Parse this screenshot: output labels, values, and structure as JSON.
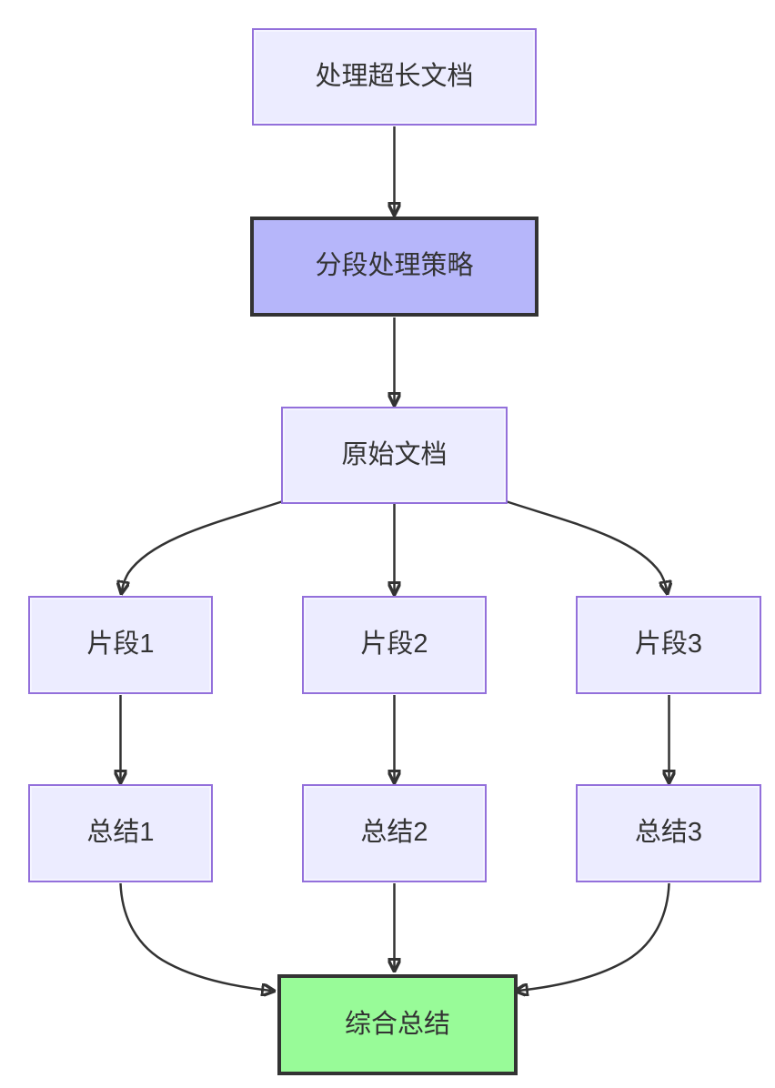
{
  "diagram": {
    "kind": "flowchart",
    "direction": "top-down",
    "nodes": [
      {
        "id": "A",
        "label": "处理超长文档",
        "style": "default"
      },
      {
        "id": "B",
        "label": "分段处理策略",
        "style": "emphasis"
      },
      {
        "id": "C",
        "label": "原始文档",
        "style": "default"
      },
      {
        "id": "D1",
        "label": "片段1",
        "style": "default"
      },
      {
        "id": "D2",
        "label": "片段2",
        "style": "default"
      },
      {
        "id": "D3",
        "label": "片段3",
        "style": "default"
      },
      {
        "id": "E1",
        "label": "总结1",
        "style": "default"
      },
      {
        "id": "E2",
        "label": "总结2",
        "style": "default"
      },
      {
        "id": "E3",
        "label": "总结3",
        "style": "default"
      },
      {
        "id": "F",
        "label": "综合总结",
        "style": "success"
      }
    ],
    "edges": [
      {
        "from": "处理超长文档",
        "to": "分段处理策略"
      },
      {
        "from": "分段处理策略",
        "to": "原始文档"
      },
      {
        "from": "原始文档",
        "to": "片段1"
      },
      {
        "from": "原始文档",
        "to": "片段2"
      },
      {
        "from": "原始文档",
        "to": "片段3"
      },
      {
        "from": "片段1",
        "to": "总结1"
      },
      {
        "from": "片段2",
        "to": "总结2"
      },
      {
        "from": "片段3",
        "to": "总结3"
      },
      {
        "from": "总结1",
        "to": "综合总结"
      },
      {
        "from": "总结2",
        "to": "综合总结"
      },
      {
        "from": "总结3",
        "to": "综合总结"
      }
    ],
    "colors": {
      "node_fill": "#ECECFF",
      "node_border": "#9370DB",
      "emphasis_fill": "#b6b6fa",
      "strong_border": "#333333",
      "success_fill": "#98fb98",
      "edge": "#333333",
      "text": "#333333",
      "bg": "#ffffff"
    }
  }
}
